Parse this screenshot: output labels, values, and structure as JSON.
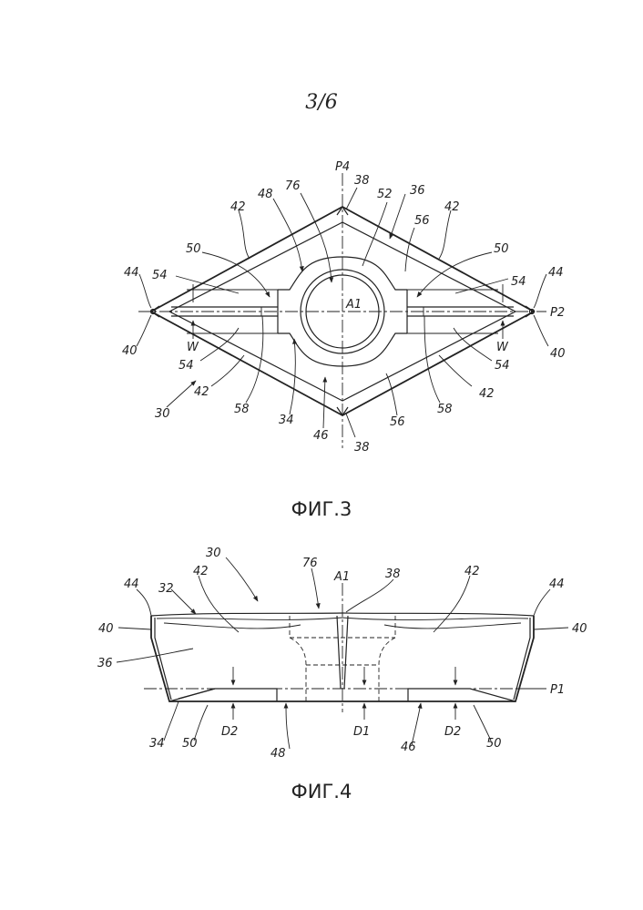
{
  "sheet": {
    "number": "3/6"
  },
  "figure3": {
    "caption": "ФИГ.3",
    "labels": {
      "p4": "P4",
      "l38_top": "38",
      "l76": "76",
      "l48": "48",
      "l52": "52",
      "l36": "36",
      "l42_tl": "42",
      "l42_tr": "42",
      "l56_top": "56",
      "l50_l": "50",
      "l50_r": "50",
      "l44_l": "44",
      "l44_r": "44",
      "l54_ul": "54",
      "l54_ur": "54",
      "a1": "A1",
      "p2": "P2",
      "l40_l": "40",
      "l40_r": "40",
      "w_l": "W",
      "w_r": "W",
      "l54_ll": "54",
      "l54_lr": "54",
      "l42_bl": "42",
      "l42_br": "42",
      "l30": "30",
      "l58_l": "58",
      "l58_r": "58",
      "l34": "34",
      "l56_bot": "56",
      "l46": "46",
      "l38_bot": "38"
    }
  },
  "figure4": {
    "caption": "ФИГ.4",
    "labels": {
      "l30": "30",
      "l76": "76",
      "a1": "A1",
      "l38": "38",
      "l42_l": "42",
      "l42_r": "42",
      "l44_l": "44",
      "l44_r": "44",
      "l32": "32",
      "l40_l": "40",
      "l40_r": "40",
      "l36": "36",
      "p1": "P1",
      "l34": "34",
      "l50_l": "50",
      "d2_l": "D2",
      "l48": "48",
      "d1": "D1",
      "l46": "46",
      "d2_r": "D2",
      "l50_r": "50"
    }
  }
}
